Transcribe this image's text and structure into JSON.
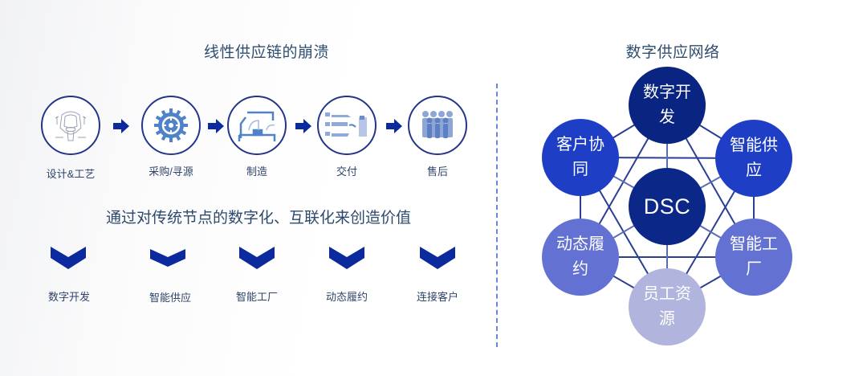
{
  "left": {
    "title": "线性供应链的崩溃",
    "steps": [
      {
        "label": "设计&工艺",
        "icon": "sketch-design-icon"
      },
      {
        "label": "采购/寻源",
        "icon": "gear-icon"
      },
      {
        "label": "制造",
        "icon": "robot-arm-factory-icon"
      },
      {
        "label": "交付",
        "icon": "shipping-transport-icon"
      },
      {
        "label": "售后",
        "icon": "customers-people-icon"
      }
    ],
    "subtitle": "通过对传统节点的数字化、互联化来创造价值",
    "values": [
      {
        "label": "数字开发"
      },
      {
        "label": "智能供应"
      },
      {
        "label": "智能工厂"
      },
      {
        "label": "动态履约"
      },
      {
        "label": "连接客户"
      }
    ]
  },
  "right": {
    "title": "数字供应网络",
    "center": {
      "label": "DSC",
      "color": "#0b2787"
    },
    "nodes": [
      {
        "label": "数字开发",
        "color": "#0a2581"
      },
      {
        "label": "智能供应",
        "color": "#1e3ec6"
      },
      {
        "label": "智能工厂",
        "color": "#6372d2"
      },
      {
        "label": "员工资源",
        "color": "#b1b4dc"
      },
      {
        "label": "动态履约",
        "color": "#6372d2"
      },
      {
        "label": "客户协同",
        "color": "#1e3ec6"
      }
    ],
    "line_color": "#2b3f92"
  },
  "colors": {
    "accent": "#0a2a9e",
    "circle_border": "#24358a",
    "divider": "#6c86d6",
    "title_text": "#2f4d6e"
  }
}
